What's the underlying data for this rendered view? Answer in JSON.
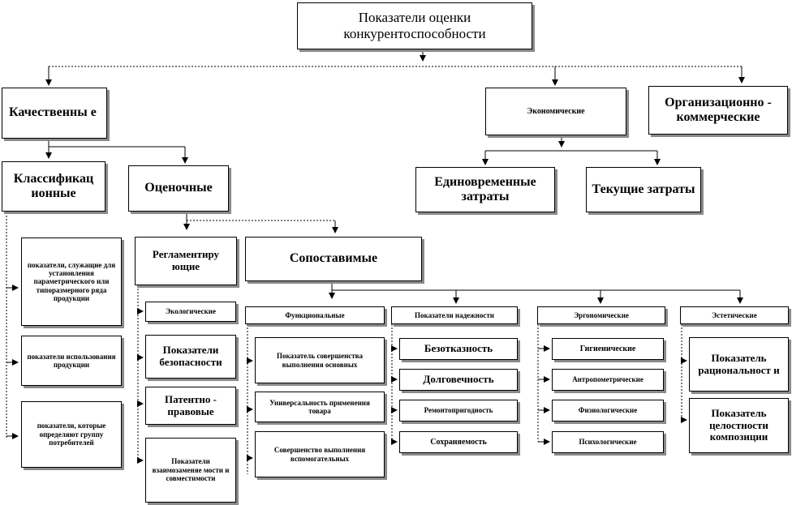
{
  "root": "Показатели оценки конкурентоспособности",
  "branches": {
    "qualitative": "Качественны е",
    "economic": "Экономические",
    "organizational": "Организационно - коммерческие"
  },
  "economic_children": {
    "one_time": "Единовременные затраты",
    "current": "Текущие затраты"
  },
  "qualitative_children": {
    "classification": "Классификац ионные",
    "evaluative": "Оценочные"
  },
  "classification_items": [
    "показатели, служащие для установления параметрического или типоразмерного ряда продукции",
    "показатели использования продукции",
    "показатели, которые определяют группу потребителей"
  ],
  "evaluative_children": {
    "regulated": "Регламентиру ющие",
    "comparable": "Сопоставимые"
  },
  "regulated_items": [
    "Экологические",
    "Показатели безопасности",
    "Патентно - правовые",
    "Показатели взаимозаменяе мости и совместимости"
  ],
  "comparable_groups": {
    "functional": {
      "title": "Функциональные",
      "items": [
        "Показатель совершенства выполнения основных",
        "Универсальность применения товара",
        "Совершенство выполнения вспомогательных"
      ]
    },
    "reliability": {
      "title": "Показатели надежности",
      "items": [
        "Безотказность",
        "Долговечность",
        "Ремонтопригодность",
        "Сохраняемость"
      ]
    },
    "ergonomic": {
      "title": "Эргономические",
      "items": [
        "Гигиенические",
        "Антропометрические",
        "Физиологические",
        "Психологические"
      ]
    },
    "aesthetic": {
      "title": "Эстетические",
      "items": [
        "Показатель рациональност и",
        "Показатель целостности композиции"
      ]
    }
  },
  "colors": {
    "border": "#000000",
    "shadow": "#8a8a8a",
    "background": "#ffffff"
  }
}
